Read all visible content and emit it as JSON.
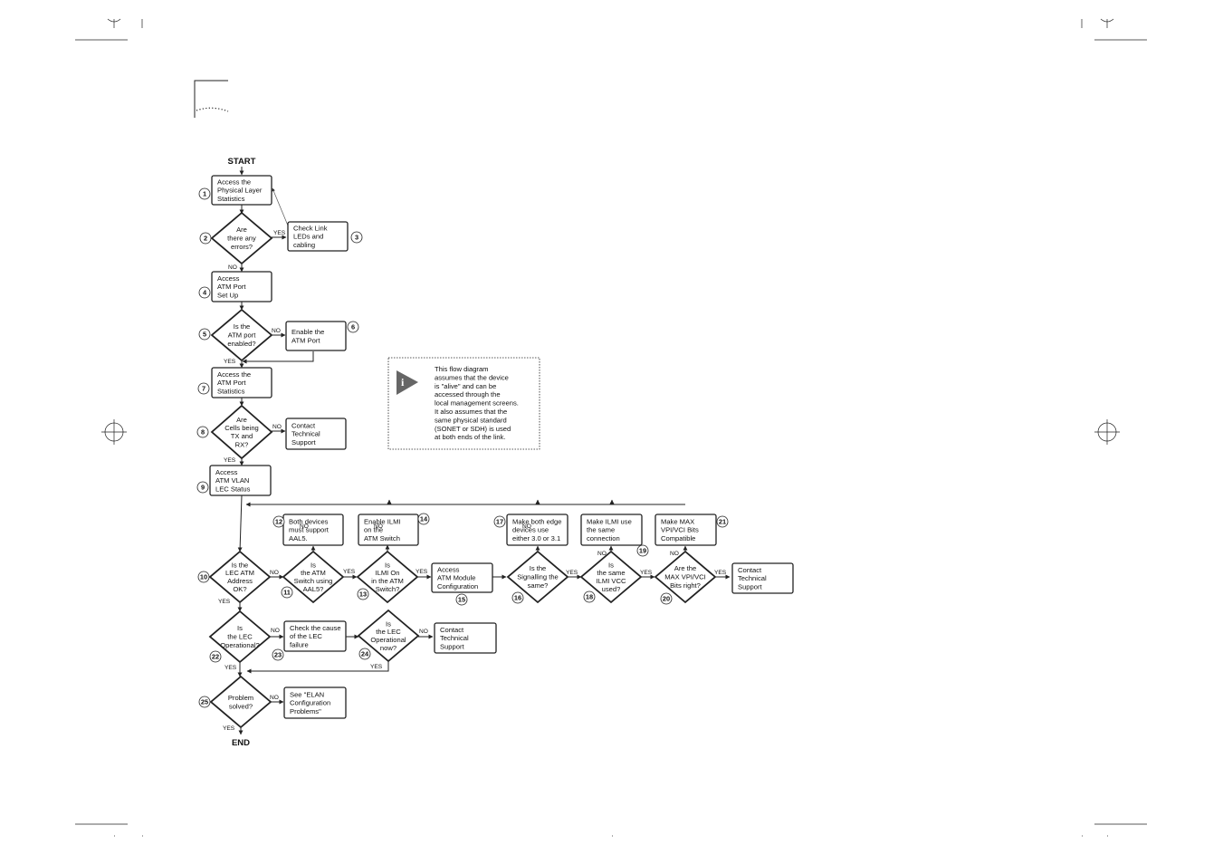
{
  "terminals": {
    "start": "START",
    "end": "END"
  },
  "labels": {
    "yes": "YES",
    "no": "NO"
  },
  "note": {
    "icon": "info-icon",
    "lines": [
      "This flow diagram",
      "assumes that the device",
      "is \"alive\" and can be",
      "accessed through the",
      "local management screens.",
      "It also assumes that the",
      "same physical standard",
      "(SONET or SDH) is used",
      "at both ends of the link."
    ]
  },
  "steps": {
    "s1": {
      "num": "1",
      "lines": [
        "Access the",
        "Physical Layer",
        "Statistics"
      ]
    },
    "s2": {
      "num": "2",
      "lines": [
        "Are",
        "there any",
        "errors?"
      ]
    },
    "s3": {
      "num": "3",
      "lines": [
        "Check Link",
        "LEDs and",
        "cabling"
      ]
    },
    "s4": {
      "num": "4",
      "lines": [
        "Access",
        "ATM Port",
        "Set Up"
      ]
    },
    "s5": {
      "num": "5",
      "lines": [
        "Is the",
        "ATM port",
        "enabled?"
      ]
    },
    "s6": {
      "num": "6",
      "lines": [
        "Enable the",
        "ATM Port"
      ]
    },
    "s7": {
      "num": "7",
      "lines": [
        "Access the",
        "ATM Port",
        "Statistics"
      ]
    },
    "s8": {
      "num": "8",
      "lines": [
        "Are",
        "Cells being",
        "TX and",
        "RX?"
      ]
    },
    "s8c": {
      "lines": [
        "Contact",
        "Technical",
        "Support"
      ]
    },
    "s9": {
      "num": "9",
      "lines": [
        "Access",
        "ATM VLAN",
        "LEC Status"
      ]
    },
    "s10": {
      "num": "10",
      "lines": [
        "Is the",
        "LEC ATM",
        "Address",
        "OK?"
      ]
    },
    "s11": {
      "num": "11",
      "lines": [
        "Is",
        "the ATM",
        "Switch using",
        "AAL5?"
      ]
    },
    "s12": {
      "num": "12",
      "lines": [
        "Both devices",
        "must support",
        "AAL5."
      ]
    },
    "s13": {
      "num": "13",
      "lines": [
        "Is",
        "ILMI On",
        "in the ATM",
        "Switch?"
      ]
    },
    "s14": {
      "num": "14",
      "lines": [
        "Enable ILMI",
        "on the",
        "ATM Switch"
      ]
    },
    "s15": {
      "num": "15",
      "lines": [
        "Access",
        "ATM Module",
        "Configuration"
      ]
    },
    "s16": {
      "num": "16",
      "lines": [
        "Is the",
        "Signalling the",
        "same?"
      ]
    },
    "s17": {
      "num": "17",
      "lines": [
        "Make both edge",
        "devices use",
        "either 3.0 or 3.1"
      ]
    },
    "s18": {
      "num": "18",
      "lines": [
        "Is",
        "the same",
        "ILMI VCC",
        "used?"
      ]
    },
    "s19": {
      "num": "19",
      "lines": [
        "Make ILMI use",
        "the same",
        "connection"
      ]
    },
    "s20": {
      "num": "20",
      "lines": [
        "Are the",
        "MAX VPI/VCI",
        "Bits right?"
      ]
    },
    "s21": {
      "num": "21",
      "lines": [
        "Make MAX",
        "VPI/VCI Bits",
        "Compatible"
      ]
    },
    "s20c": {
      "lines": [
        "Contact",
        "Technical",
        "Support"
      ]
    },
    "s22": {
      "num": "22",
      "lines": [
        "Is",
        "the LEC",
        "Operational?"
      ]
    },
    "s23": {
      "num": "23",
      "lines": [
        "Check the cause",
        "of the LEC",
        "failure"
      ]
    },
    "s24": {
      "num": "24",
      "lines": [
        "Is",
        "the LEC",
        "Operational",
        "now?"
      ]
    },
    "s24c": {
      "lines": [
        "Contact",
        "Technical",
        "Support"
      ]
    },
    "s25": {
      "num": "25",
      "lines": [
        "Problem",
        "solved?"
      ]
    },
    "s25c": {
      "lines": [
        "See \"ELAN",
        "Configuration",
        "Problems\""
      ]
    }
  }
}
